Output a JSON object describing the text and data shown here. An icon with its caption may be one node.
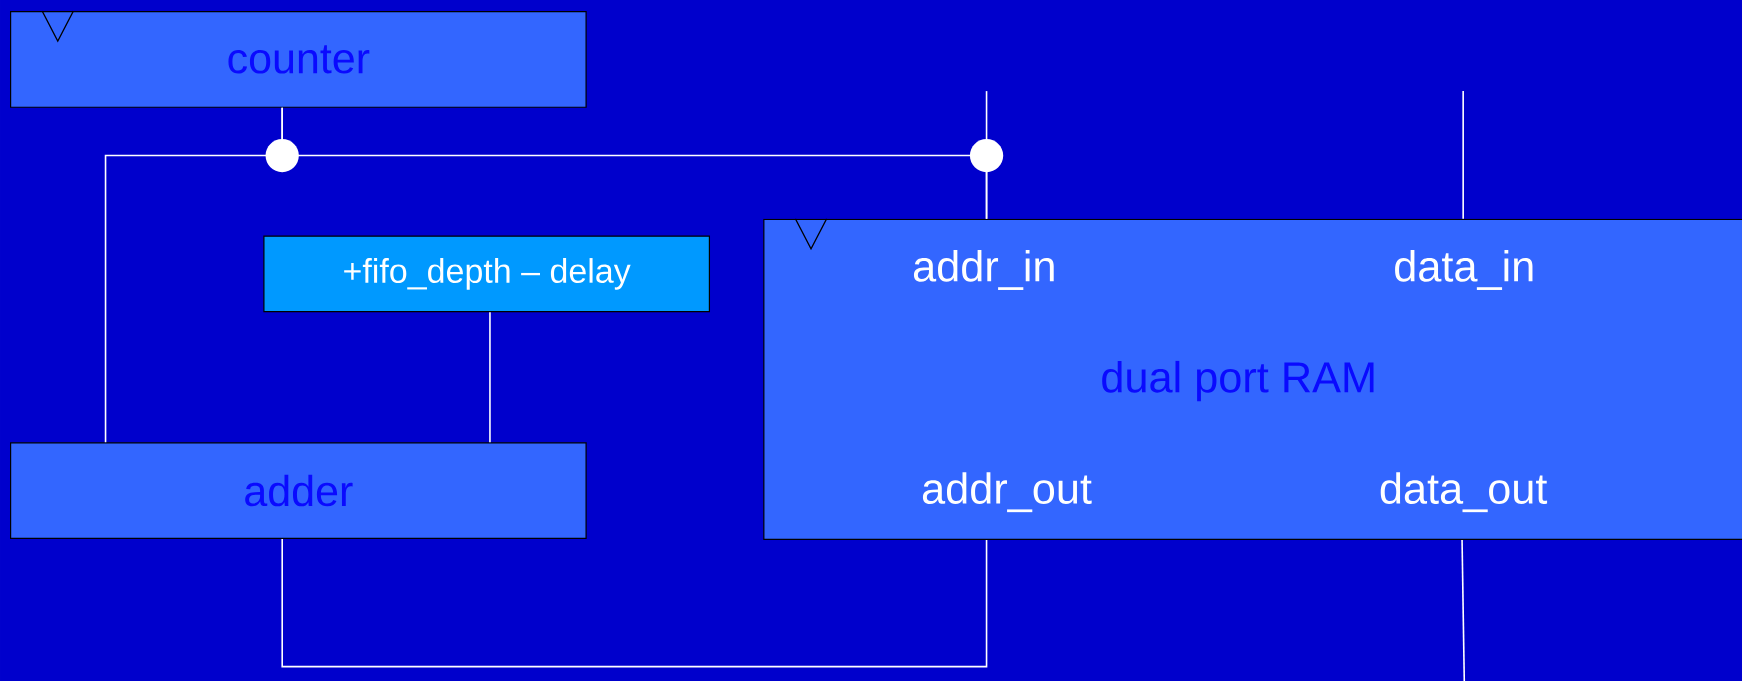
{
  "diagram": {
    "nodes": [
      {
        "text": [
          "counter"
        ]
      },
      {
        "text": [
          "+fifo_depth – delay"
        ]
      },
      {
        "text": [
          "adder"
        ]
      },
      {
        "text": [
          "addr_in",
          "data_in",
          "dual port RAM",
          "addr_out",
          "data_out"
        ]
      }
    ],
    "edges": [
      {
        "from": 0,
        "to": 2,
        "arrow": "none"
      },
      {
        "from": 0,
        "to": 3,
        "arrow": "none"
      },
      {
        "from": null,
        "to": 3,
        "arrow": "none"
      },
      {
        "from": 1,
        "to": 2,
        "arrow": "none"
      },
      {
        "from": 2,
        "to": 3,
        "arrow": "none"
      },
      {
        "from": null,
        "to": 3,
        "arrow": "none"
      },
      {
        "from": 3,
        "to": null,
        "arrow": "none"
      }
    ]
  }
}
